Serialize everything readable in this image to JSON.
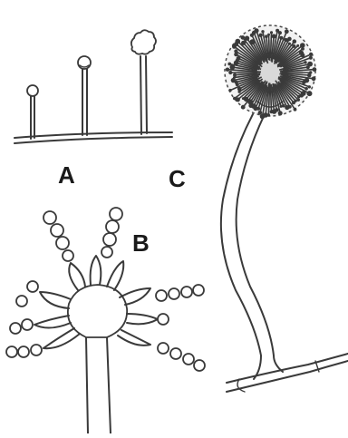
{
  "labels": {
    "a": "A",
    "b": "B",
    "c": "C"
  },
  "colors": {
    "ink": "#3a3a3a",
    "background": "#ffffff"
  }
}
